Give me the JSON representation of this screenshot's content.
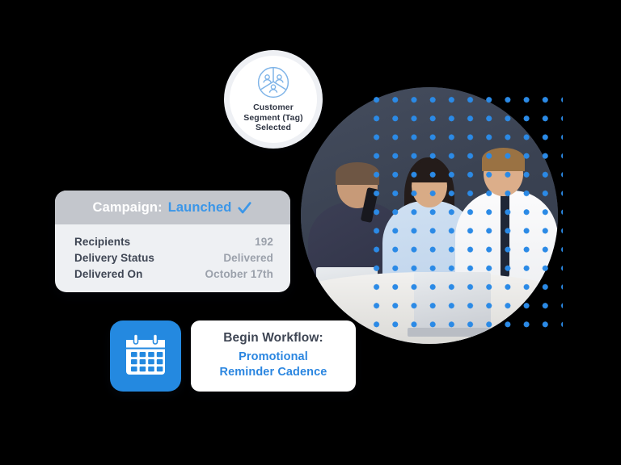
{
  "badge": {
    "icon": "customer-segment-icon",
    "lines": [
      "Customer",
      "Segment (Tag)",
      "Selected"
    ],
    "text": "Customer\nSegment (Tag)\nSelected"
  },
  "campaign": {
    "header": {
      "label": "Campaign:",
      "value": "Launched",
      "check_icon": "check-icon"
    },
    "rows": [
      {
        "key": "Recipients",
        "value": "192"
      },
      {
        "key": "Delivery Status",
        "value": "Delivered"
      },
      {
        "key": "Delivered On",
        "value": "October 17th"
      }
    ]
  },
  "workflow": {
    "icon": "calendar-icon",
    "title": "Begin Workflow:",
    "subtitle_lines": [
      "Promotional",
      "Reminder Cadence"
    ],
    "subtitle": "Promotional\nReminder Cadence"
  },
  "colors": {
    "accent_blue": "#2b86e0",
    "check_blue": "#3b96e8",
    "header_gray": "#c3c6cc",
    "card_body": "#eef0f3",
    "label_slate": "#3f4654",
    "value_gray": "#9ba1ab",
    "photo_circle": "#3c4455",
    "dot_blue": "#2b8ae6",
    "calendar_bg": "#2489e0",
    "background": "#000000"
  }
}
